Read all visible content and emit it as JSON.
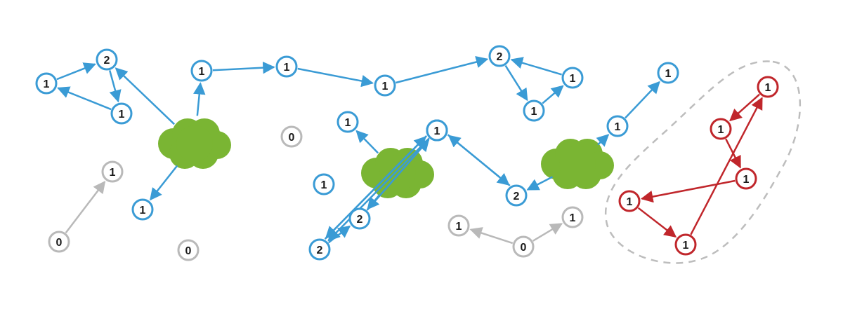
{
  "colors": {
    "blue": "#3a9bd5",
    "gray": "#b9b9b9",
    "red": "#c0262b",
    "green": "#7ab533",
    "text": "#1a1a1a",
    "dashed_outline": "#bdbdbd"
  },
  "nodes": [
    {
      "id": "n1",
      "label": "1",
      "color": "blue"
    },
    {
      "id": "n2",
      "label": "2",
      "color": "blue"
    },
    {
      "id": "n3",
      "label": "1",
      "color": "blue"
    },
    {
      "id": "n4",
      "label": "1",
      "color": "blue"
    },
    {
      "id": "n5",
      "label": "1",
      "color": "blue"
    },
    {
      "id": "n6",
      "label": "1",
      "color": "blue"
    },
    {
      "id": "n7",
      "label": "1",
      "color": "blue"
    },
    {
      "id": "n8",
      "label": "2",
      "color": "blue"
    },
    {
      "id": "n9",
      "label": "1",
      "color": "blue"
    },
    {
      "id": "n10",
      "label": "1",
      "color": "blue"
    },
    {
      "id": "n11",
      "label": "1",
      "color": "blue"
    },
    {
      "id": "n12",
      "label": "1",
      "color": "blue"
    },
    {
      "id": "n13",
      "label": "1",
      "color": "blue"
    },
    {
      "id": "n14",
      "label": "1",
      "color": "blue"
    },
    {
      "id": "n15",
      "label": "1",
      "color": "blue"
    },
    {
      "id": "n16",
      "label": "2",
      "color": "blue"
    },
    {
      "id": "n17",
      "label": "1",
      "color": "blue"
    },
    {
      "id": "n18",
      "label": "2",
      "color": "blue"
    },
    {
      "id": "n19",
      "label": "1",
      "color": "blue"
    },
    {
      "id": "n20",
      "label": "2",
      "color": "blue"
    },
    {
      "id": "g1",
      "label": "0",
      "color": "gray"
    },
    {
      "id": "g2",
      "label": "1",
      "color": "gray"
    },
    {
      "id": "g3",
      "label": "0",
      "color": "gray"
    },
    {
      "id": "g4",
      "label": "0",
      "color": "gray"
    },
    {
      "id": "g5",
      "label": "1",
      "color": "gray"
    },
    {
      "id": "g6",
      "label": "0",
      "color": "gray"
    },
    {
      "id": "g7",
      "label": "1",
      "color": "gray"
    },
    {
      "id": "r1",
      "label": "1",
      "color": "red"
    },
    {
      "id": "r2",
      "label": "1",
      "color": "red"
    },
    {
      "id": "r3",
      "label": "1",
      "color": "red"
    },
    {
      "id": "r4",
      "label": "1",
      "color": "red"
    },
    {
      "id": "r5",
      "label": "1",
      "color": "red"
    }
  ],
  "clouds": [
    {
      "id": "c1",
      "color": "green"
    },
    {
      "id": "c2",
      "color": "green"
    },
    {
      "id": "c3",
      "color": "green"
    }
  ],
  "edges": [
    {
      "from": "n1",
      "to": "n2",
      "color": "blue"
    },
    {
      "from": "n2",
      "to": "n3",
      "color": "blue"
    },
    {
      "from": "n3",
      "to": "n1",
      "color": "blue"
    },
    {
      "from": "c1",
      "to": "n2",
      "color": "blue"
    },
    {
      "from": "c1",
      "to": "n4",
      "color": "blue"
    },
    {
      "from": "c1",
      "to": "n5",
      "color": "blue"
    },
    {
      "from": "n4",
      "to": "n6",
      "color": "blue"
    },
    {
      "from": "n6",
      "to": "n7",
      "color": "blue"
    },
    {
      "from": "n7",
      "to": "n8",
      "color": "blue"
    },
    {
      "from": "n9",
      "to": "n8",
      "color": "blue"
    },
    {
      "from": "n8",
      "to": "n10",
      "color": "blue"
    },
    {
      "from": "n10",
      "to": "n9",
      "color": "blue"
    },
    {
      "from": "c3",
      "to": "n12",
      "color": "blue"
    },
    {
      "from": "n12",
      "to": "n11",
      "color": "blue"
    },
    {
      "from": "c2",
      "to": "n13",
      "color": "blue"
    },
    {
      "from": "c2",
      "to": "n16",
      "color": "blue"
    },
    {
      "from": "n14",
      "to": "n18",
      "color": "blue"
    },
    {
      "from": "n18",
      "to": "n15",
      "color": "blue"
    },
    {
      "from": "n15",
      "to": "n18",
      "color": "blue"
    },
    {
      "from": "n18",
      "to": "n16",
      "color": "blue"
    },
    {
      "from": "n16",
      "to": "n14",
      "color": "blue"
    },
    {
      "from": "n19",
      "to": "n20",
      "color": "blue"
    },
    {
      "from": "n20",
      "to": "n19",
      "color": "blue"
    },
    {
      "from": "c3",
      "to": "n20",
      "color": "blue"
    },
    {
      "from": "g1",
      "to": "g2",
      "color": "gray"
    },
    {
      "from": "g6",
      "to": "g5",
      "color": "gray"
    },
    {
      "from": "g6",
      "to": "g7",
      "color": "gray"
    },
    {
      "from": "r1",
      "to": "r2",
      "color": "red"
    },
    {
      "from": "r2",
      "to": "r3",
      "color": "red"
    },
    {
      "from": "r3",
      "to": "r4",
      "color": "red"
    },
    {
      "from": "r4",
      "to": "r5",
      "color": "red"
    },
    {
      "from": "r5",
      "to": "r1",
      "color": "red"
    }
  ]
}
